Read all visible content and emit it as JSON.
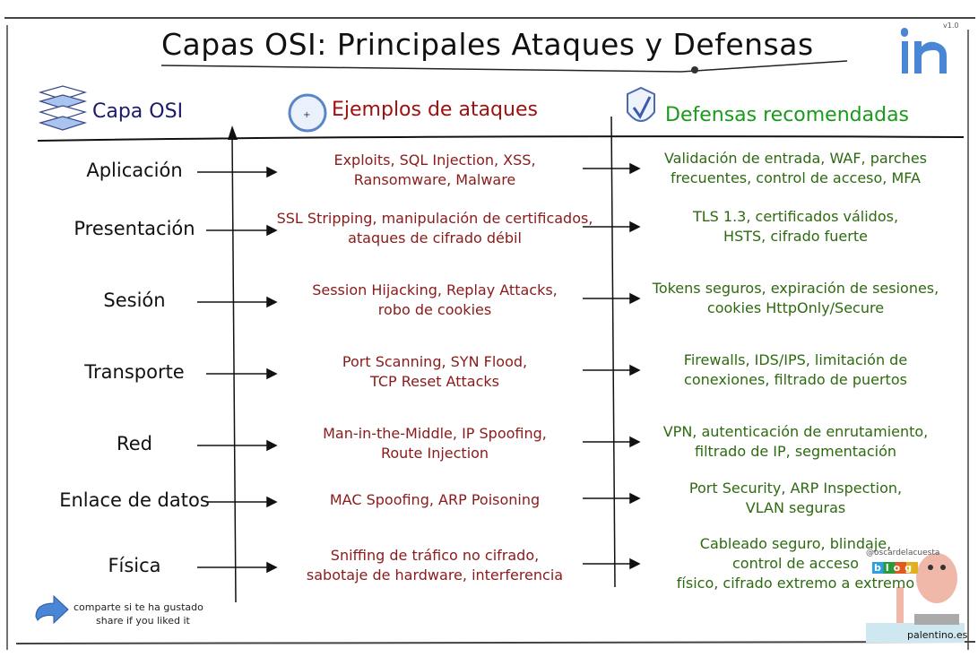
{
  "title": "Capas OSI: Principales Ataques y Defensas",
  "version": "v1.0",
  "headers": {
    "layer": "Capa OSI",
    "attacks": "Ejemplos de ataques",
    "defenses": "Defensas recomendadas"
  },
  "colors": {
    "layer_header": "#1a1a6e",
    "attacks": "#8b1a1a",
    "defenses": "#2d6a10",
    "defense_header": "#1a9a1a"
  },
  "rows": [
    {
      "layer": "Aplicación",
      "attacks": "Exploits, SQL Injection, XSS,\nRansomware, Malware",
      "defenses": "Validación de entrada, WAF, parches\nfrecuentes, control de acceso, MFA"
    },
    {
      "layer": "Presentación",
      "attacks": "SSL Stripping, manipulación de certificados,\nataques de cifrado débil",
      "defenses": "TLS 1.3, certificados válidos,\nHSTS, cifrado fuerte"
    },
    {
      "layer": "Sesión",
      "attacks": "Session Hijacking, Replay Attacks,\nrobo de cookies",
      "defenses": "Tokens seguros, expiración de sesiones,\ncookies HttpOnly/Secure"
    },
    {
      "layer": "Transporte",
      "attacks": "Port Scanning, SYN Flood,\nTCP Reset Attacks",
      "defenses": "Firewalls, IDS/IPS, limitación de\nconexiones, filtrado de puertos"
    },
    {
      "layer": "Red",
      "attacks": "Man-in-the-Middle, IP Spoofing,\nRoute Injection",
      "defenses": "VPN, autenticación de enrutamiento,\nfiltrado de IP, segmentación"
    },
    {
      "layer": "Enlace de datos",
      "attacks": "MAC Spoofing, ARP Poisoning",
      "defenses": "Port Security, ARP Inspection,\nVLAN seguras"
    },
    {
      "layer": "Física",
      "attacks": "Sniffing de tráfico no cifrado,\nsabotaje de hardware, interferencia",
      "defenses": "Cableado seguro, blindaje,\ncontrol de acceso\nfísico, cifrado extremo a extremo"
    }
  ],
  "share": {
    "es": "comparte si te ha gustado",
    "en": "share if you liked it"
  },
  "author": {
    "handle": "@oscardelacuesta",
    "blog": "blog",
    "site": "palentino.es"
  },
  "logo": "in"
}
